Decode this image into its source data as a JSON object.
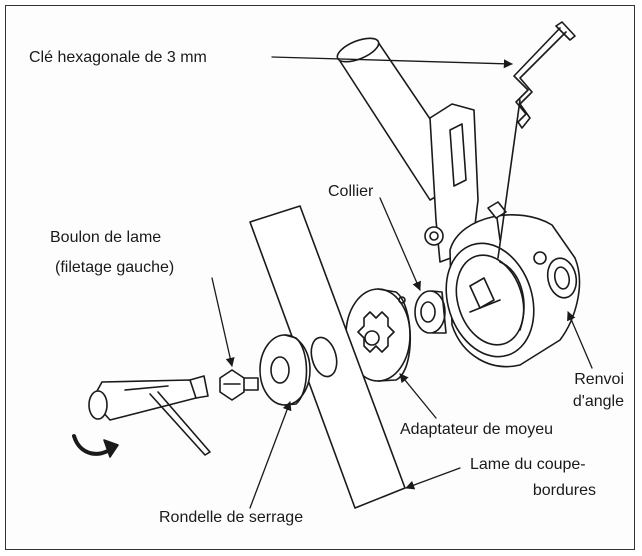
{
  "labels": {
    "hex_key": "Clé hexagonale de 3 mm",
    "collar": "Collier",
    "bolt_line1": "Boulon de lame",
    "bolt_line2": "(filetage gauche)",
    "angle_drive_line1": "Renvoi",
    "angle_drive_line2": "d'angle",
    "hub_adapter": "Adaptateur de moyeu",
    "blade_line1": "Lame du coupe-",
    "blade_line2": "bordures",
    "clamp_washer": "Rondelle de serrage"
  },
  "colors": {
    "ink": "#1a1a1a",
    "paper": "#ffffff"
  }
}
